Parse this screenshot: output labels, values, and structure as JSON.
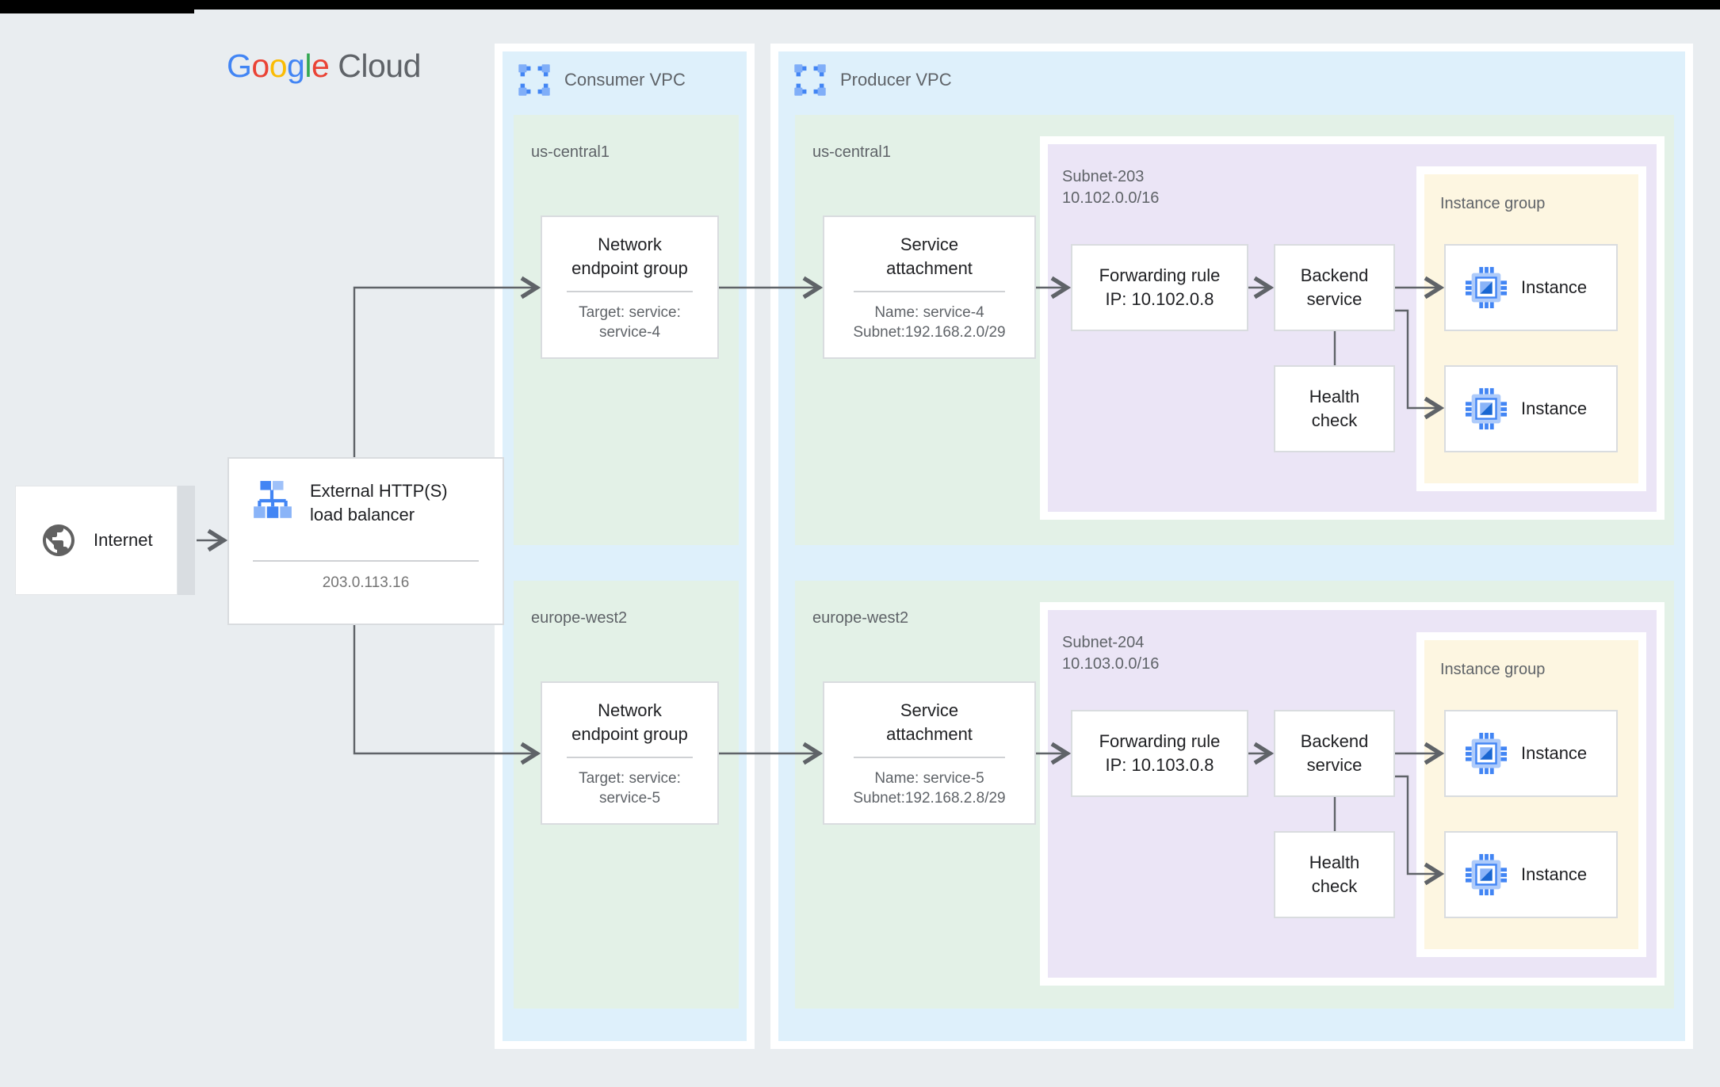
{
  "logo": {
    "letters": [
      "G",
      "o",
      "o",
      "g",
      "l",
      "e"
    ],
    "cloud": "Cloud",
    "brand_colors": {
      "blue": "#4285f4",
      "red": "#ea4335",
      "yellow": "#fbbc05",
      "green": "#34a853",
      "grey": "#5f6368"
    }
  },
  "internet": {
    "label": "Internet"
  },
  "load_balancer": {
    "title_line1": "External HTTP(S)",
    "title_line2": "load balancer",
    "ip": "203.0.113.16"
  },
  "consumer_vpc": {
    "label": "Consumer VPC",
    "regions": [
      {
        "name": "us-central1",
        "neg_title_line1": "Network",
        "neg_title_line2": "endpoint group",
        "neg_sub_line1": "Target: service:",
        "neg_sub_line2": "service-4"
      },
      {
        "name": "europe-west2",
        "neg_title_line1": "Network",
        "neg_title_line2": "endpoint group",
        "neg_sub_line1": "Target: service:",
        "neg_sub_line2": "service-5"
      }
    ]
  },
  "producer_vpc": {
    "label": "Producer VPC",
    "regions": [
      {
        "name": "us-central1",
        "sa_title_line1": "Service",
        "sa_title_line2": "attachment",
        "sa_sub_line1": "Name: service-4",
        "sa_sub_line2": "Subnet:192.168.2.0/29",
        "subnet_name": "Subnet-203",
        "subnet_cidr": "10.102.0.0/16",
        "fr_line1": "Forwarding rule",
        "fr_line2": "IP: 10.102.0.8",
        "bs_line1": "Backend",
        "bs_line2": "service",
        "hc_line1": "Health",
        "hc_line2": "check",
        "instance_group_label": "Instance group",
        "instance1_label": "Instance",
        "instance2_label": "Instance"
      },
      {
        "name": "europe-west2",
        "sa_title_line1": "Service",
        "sa_title_line2": "attachment",
        "sa_sub_line1": "Name: service-5",
        "sa_sub_line2": "Subnet:192.168.2.8/29",
        "subnet_name": "Subnet-204",
        "subnet_cidr": "10.103.0.0/16",
        "fr_line1": "Forwarding rule",
        "fr_line2": "IP: 10.103.0.8",
        "bs_line1": "Backend",
        "bs_line2": "service",
        "hc_line1": "Health",
        "hc_line2": "check",
        "instance_group_label": "Instance group",
        "instance1_label": "Instance",
        "instance2_label": "Instance"
      }
    ]
  },
  "palette": {
    "page_bg": "#e9edf0",
    "vpc_fill": "#def0fb",
    "region_fill": "#e3f1e7",
    "subnet_fill": "#ebe5f6",
    "instance_group_fill": "#fdf6e1",
    "arrow": "#5f6368",
    "title_text": "#202124",
    "sub_text": "#5f6368"
  }
}
